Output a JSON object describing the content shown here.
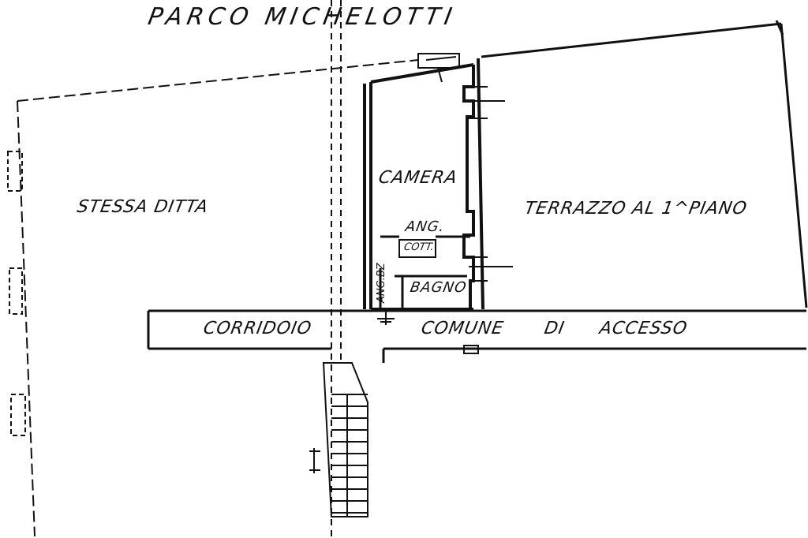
{
  "diagram": {
    "title": "PARCO   MICHELOTTI",
    "labels": {
      "stessa_ditta": "STESSA   DITTA",
      "camera": "CAMERA",
      "terrazzo": "TERRAZZO AL 1^PIANO",
      "ang": "ANG.",
      "cott": "COTT.",
      "bagno": "BAGNO",
      "ang_vert": "ANG.BZ",
      "corridoio": "CORRIDOIO",
      "comune": "COMUNE",
      "di": "DI",
      "accesso": "ACCESSO"
    },
    "ink_color": "#111111",
    "background_color": "#ffffff"
  }
}
